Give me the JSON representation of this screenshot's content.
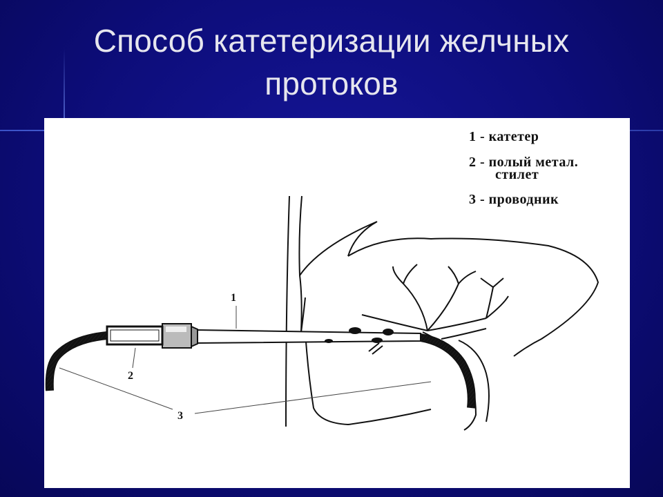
{
  "slide": {
    "title_line1": "Способ катетеризации желчных",
    "title_line2": "протоков"
  },
  "diagram": {
    "legend": {
      "item1": "1 - катетер",
      "item2_line1": "2 - полый метал.",
      "item2_line2": "стилет",
      "item3": "3 - проводник"
    },
    "labels": {
      "catheter": "1",
      "stylet": "2",
      "guidewire": "3"
    }
  }
}
